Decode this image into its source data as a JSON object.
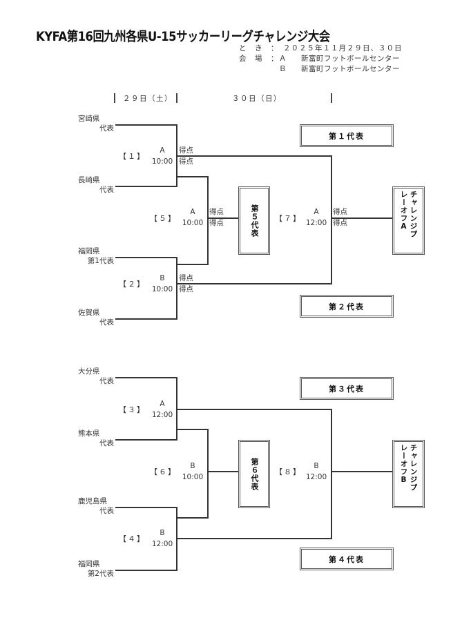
{
  "header": {
    "title": "KYFA第16回九州各県U-15サッカーリーグチャレンジ大会",
    "date_label": "と　き",
    "date_value": "２０２５年１１月２９日、３０日",
    "venue_label": "会　場",
    "venues": [
      {
        "code": "Ａ",
        "name": "新富町フットボールセンター"
      },
      {
        "code": "Ｂ",
        "name": "新富町フットボールセンター"
      }
    ],
    "colon": "："
  },
  "day_headers": {
    "day1": "２９日（土）",
    "day2": "３０日（日）"
  },
  "teams": [
    {
      "line1": "宮崎県",
      "line2": "代表"
    },
    {
      "line1": "長崎県",
      "line2": "代表"
    },
    {
      "line1": "福岡県",
      "line2": "第1代表"
    },
    {
      "line1": "佐賀県",
      "line2": "代表"
    },
    {
      "line1": "大分県",
      "line2": "代表"
    },
    {
      "line1": "熊本県",
      "line2": "代表"
    },
    {
      "line1": "鹿児島県",
      "line2": "代表"
    },
    {
      "line1": "福岡県",
      "line2": "第2代表"
    }
  ],
  "matches": [
    {
      "number": "【１】",
      "venue": "A",
      "time": "10:00",
      "score_labels": [
        "得点",
        "得点"
      ]
    },
    {
      "number": "【２】",
      "venue": "B",
      "time": "10:00",
      "score_labels": [
        "得点",
        "得点"
      ]
    },
    {
      "number": "【３】",
      "venue": "A",
      "time": "12:00"
    },
    {
      "number": "【４】",
      "venue": "B",
      "time": "12:00"
    },
    {
      "number": "【５】",
      "venue": "A",
      "time": "10:00",
      "score_labels": [
        "得点",
        "得点"
      ]
    },
    {
      "number": "【６】",
      "venue": "B",
      "time": "10:00"
    },
    {
      "number": "【７】",
      "venue": "A",
      "time": "12:00",
      "score_labels": [
        "得点",
        "得点"
      ]
    },
    {
      "number": "【８】",
      "venue": "B",
      "time": "12:00"
    }
  ],
  "result_boxes": {
    "rep1": "第１代表",
    "rep2": "第２代表",
    "rep3": "第３代表",
    "rep4": "第４代表",
    "rep5": "第５代表",
    "rep6": "第６代表",
    "playoff_a_col1": "チャレンジプ",
    "playoff_a_col2": "レーオフA",
    "playoff_b_col1": "チャレンジプ",
    "playoff_b_col2": "レーオフB"
  }
}
